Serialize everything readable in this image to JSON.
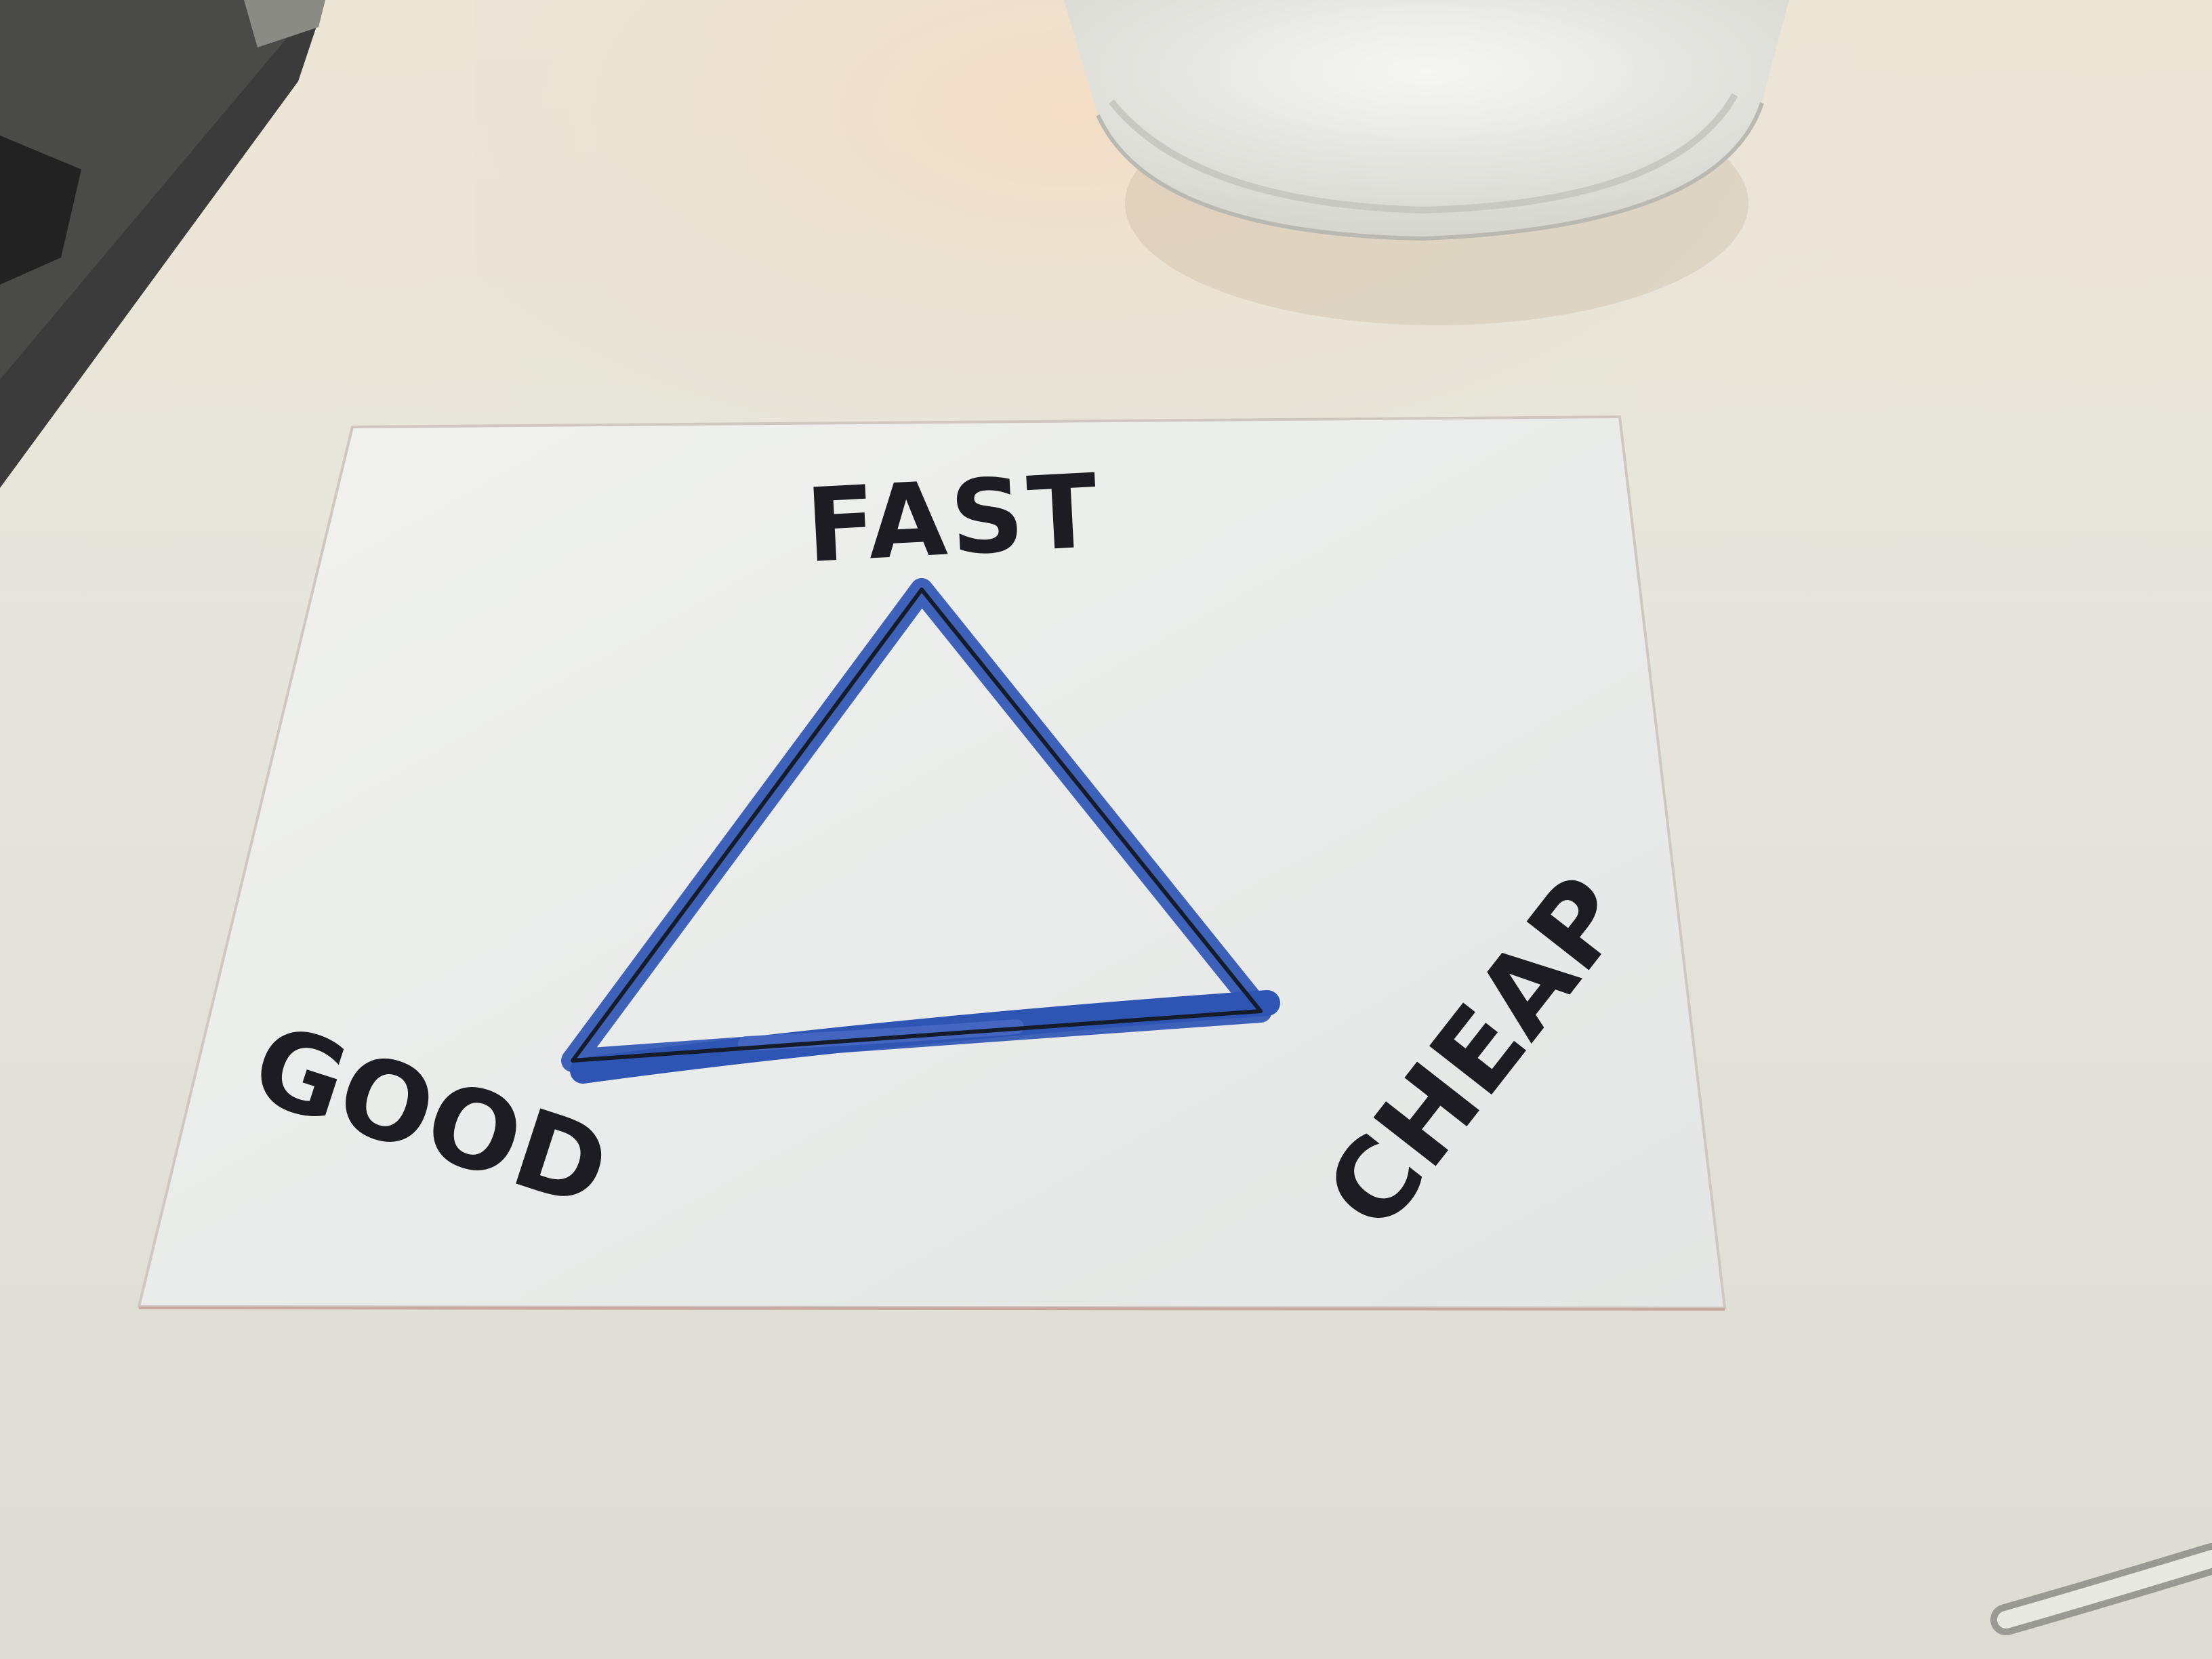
{
  "labels": {
    "fast": "FAST",
    "good": "GOOD",
    "cheap": "CHEAP"
  },
  "colors": {
    "desk": "#e4e4dc",
    "paper": "#eef0ee",
    "triangle_stroke": "#2f55b4",
    "ink": "#1c1c22",
    "cup": "#ecece8",
    "laptop": "#3a3a3a"
  },
  "objects": {
    "laptop": "laptop-corner",
    "cup": "white-cup",
    "paper": "paper-sheet",
    "cable": "cable-end"
  }
}
